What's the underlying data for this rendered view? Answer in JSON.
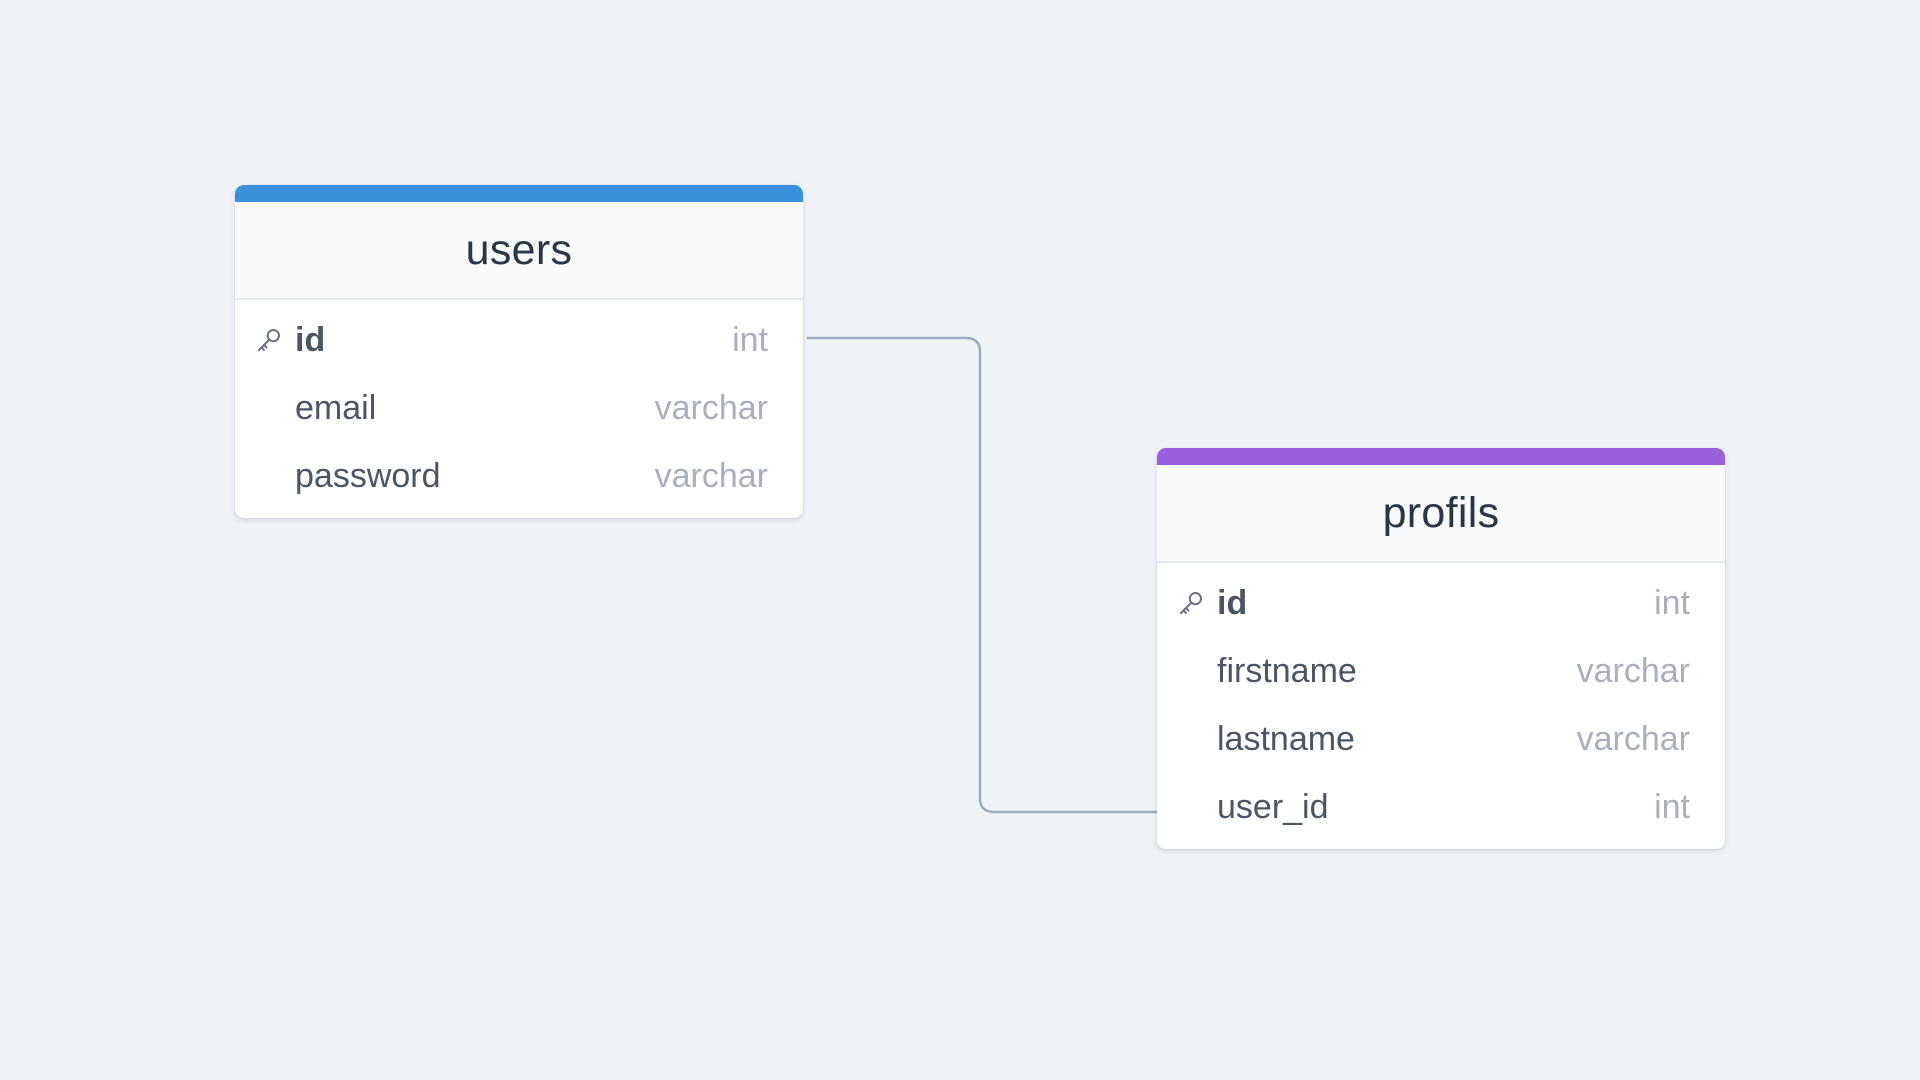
{
  "colors": {
    "background": "#eff3f8",
    "users_accent": "#3b8fdb",
    "profils_accent": "#9a5fdc",
    "connector": "#9aabbf"
  },
  "relationship": {
    "from": "profils.user_id",
    "to": "users.id"
  },
  "tables": [
    {
      "name": "users",
      "columns": [
        {
          "name": "id",
          "type": "int",
          "primary_key": true
        },
        {
          "name": "email",
          "type": "varchar",
          "primary_key": false
        },
        {
          "name": "password",
          "type": "varchar",
          "primary_key": false
        }
      ]
    },
    {
      "name": "profils",
      "columns": [
        {
          "name": "id",
          "type": "int",
          "primary_key": true
        },
        {
          "name": "firstname",
          "type": "varchar",
          "primary_key": false
        },
        {
          "name": "lastname",
          "type": "varchar",
          "primary_key": false
        },
        {
          "name": "user_id",
          "type": "int",
          "primary_key": false
        }
      ]
    }
  ]
}
